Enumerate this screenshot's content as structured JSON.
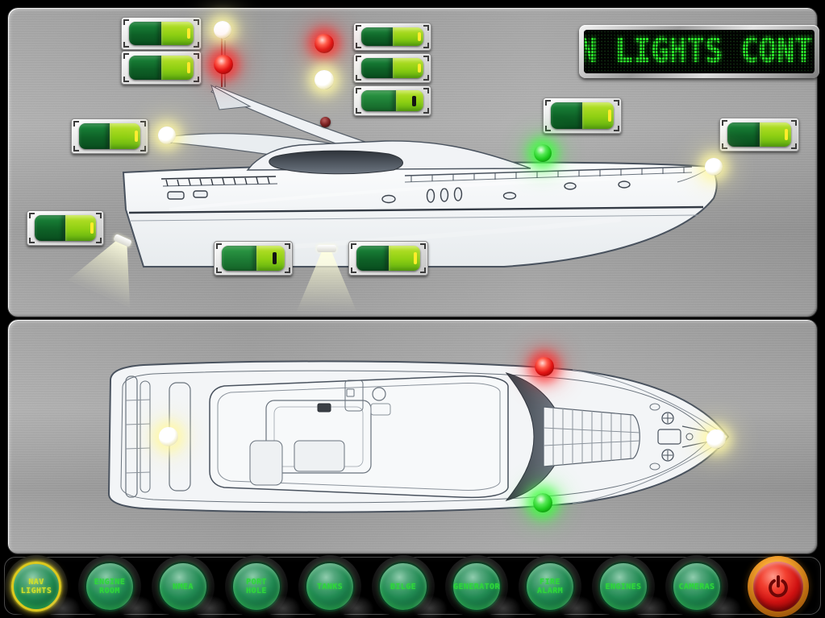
{
  "led_display": {
    "text": "N LIGHTS CONT"
  },
  "side_view": {
    "title": "yacht side profile with navigation light switches",
    "switches": [
      {
        "id": "sv-sw-1",
        "state": "on"
      },
      {
        "id": "sv-sw-2",
        "state": "on"
      },
      {
        "id": "sv-sw-3",
        "state": "on"
      },
      {
        "id": "sv-sw-4",
        "state": "on"
      },
      {
        "id": "sv-sw-5",
        "state": "on"
      },
      {
        "id": "sv-sw-6",
        "state": "on"
      },
      {
        "id": "sv-sw-7",
        "state": "on-alt"
      },
      {
        "id": "sv-sw-8",
        "state": "on-alt"
      },
      {
        "id": "sv-sw-9",
        "state": "on"
      },
      {
        "id": "sv-sw-10",
        "state": "on"
      },
      {
        "id": "sv-sw-11",
        "state": "on"
      }
    ],
    "lights": [
      {
        "id": "sv-light-mast-white",
        "color": "white",
        "lit": true
      },
      {
        "id": "sv-light-mast-red",
        "color": "red",
        "lit": true
      },
      {
        "id": "sv-light-fwd-red",
        "color": "red",
        "lit": true
      },
      {
        "id": "sv-light-fwd-white",
        "color": "white",
        "lit": true
      },
      {
        "id": "sv-light-arch",
        "color": "red",
        "lit": false
      },
      {
        "id": "sv-light-arch-aft-white",
        "color": "white",
        "lit": true
      },
      {
        "id": "sv-light-side-green",
        "color": "green",
        "lit": true
      },
      {
        "id": "sv-light-bow-white",
        "color": "white",
        "lit": true
      }
    ],
    "beams": [
      {
        "id": "sv-beam-stern",
        "lit": true
      },
      {
        "id": "sv-beam-keel",
        "lit": true
      }
    ]
  },
  "top_view": {
    "title": "yacht deck plan with running lights",
    "lights": [
      {
        "id": "tv-light-port-red",
        "color": "red",
        "lit": true
      },
      {
        "id": "tv-light-stbd-green",
        "color": "green",
        "lit": true
      },
      {
        "id": "tv-light-stern-white",
        "color": "white",
        "lit": true
      },
      {
        "id": "tv-light-bow-white",
        "color": "white",
        "lit": true
      }
    ]
  },
  "nav_bar": {
    "buttons": [
      {
        "id": "nav-lights",
        "line1": "NAV",
        "line2": "LIGHTS",
        "active": true
      },
      {
        "id": "engine-room",
        "line1": "ENGINE",
        "line2": "ROOM",
        "active": false
      },
      {
        "id": "nmea",
        "line1": "NMEA",
        "line2": "",
        "active": false
      },
      {
        "id": "port-hole",
        "line1": "PORT",
        "line2": "HOLE",
        "active": false
      },
      {
        "id": "tanks",
        "line1": "TANKS",
        "line2": "",
        "active": false
      },
      {
        "id": "bilge",
        "line1": "BILGE",
        "line2": "",
        "active": false
      },
      {
        "id": "generator",
        "line1": "GENERATOR",
        "line2": "",
        "active": false
      },
      {
        "id": "fire-alarm",
        "line1": "FIRE",
        "line2": "ALARM",
        "active": false
      },
      {
        "id": "engines",
        "line1": "ENGINES",
        "line2": "",
        "active": false
      },
      {
        "id": "cameras",
        "line1": "CAMERAS",
        "line2": "",
        "active": false
      }
    ],
    "power_button": {
      "id": "power",
      "icon": "power-icon",
      "color": "#e01010"
    }
  },
  "colors": {
    "led_text": "#2be52b",
    "button_text": "#2fd63a",
    "active_ring": "#ddc91e",
    "switch_dark_green": "#0e6127",
    "switch_bright_green": "#8ecf12",
    "lit_white_glow": "#fff8a5",
    "lit_red": "#e21414",
    "lit_green": "#1ecb1e"
  }
}
